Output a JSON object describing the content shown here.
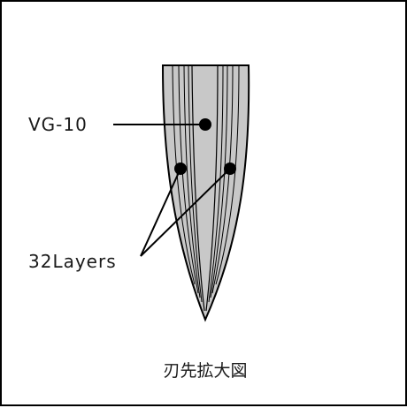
{
  "diagram": {
    "labels": {
      "core": "VG-10",
      "layers": "32Layers"
    },
    "caption": "刃先拡大図"
  },
  "colors": {
    "blade_fill": "#c8c8c8",
    "stroke": "#000000",
    "background": "#ffffff"
  }
}
